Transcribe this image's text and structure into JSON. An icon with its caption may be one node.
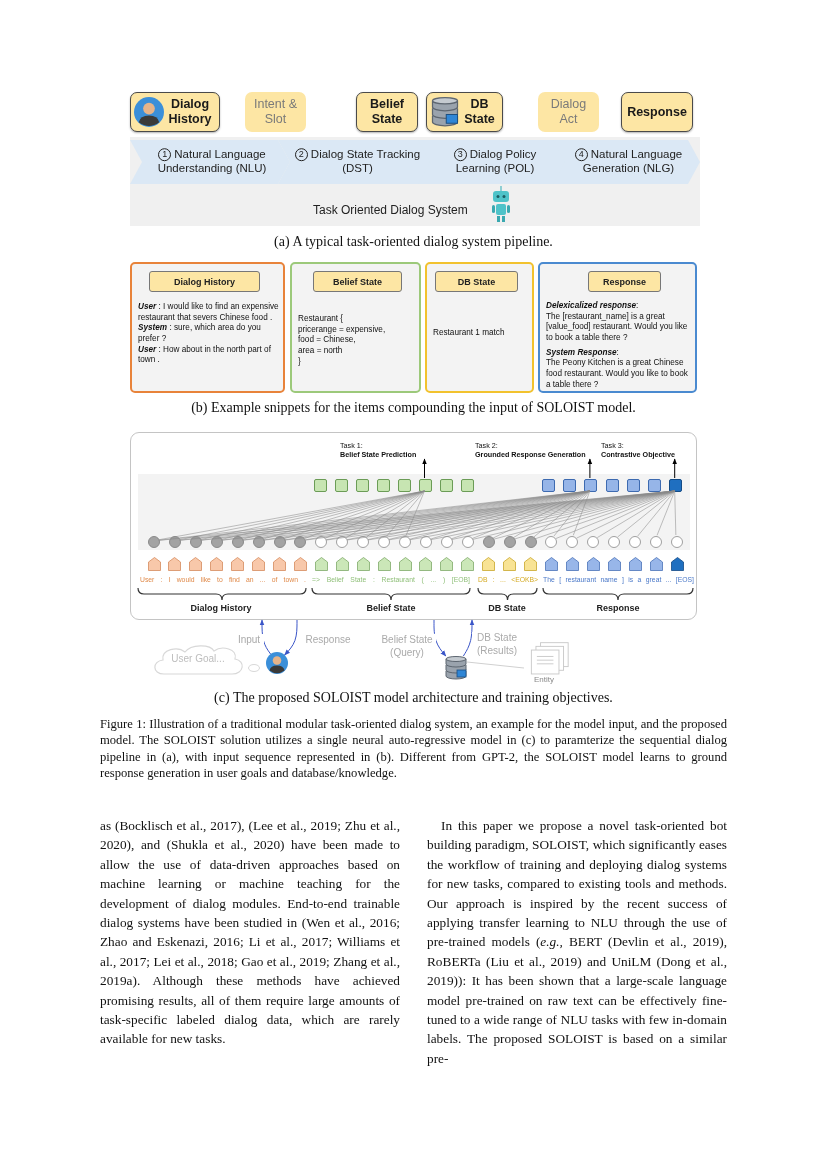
{
  "diagram": {
    "caption": "Figure 1: Illustration of a traditional modular task-oriented dialog system, an example for the model input, and the proposed model. The SOLOIST solution utilizes a single neural auto-regressive model in (c) to paramterize the sequential dialog pipeline in (a), with input sequence represented in (b). Different from GPT-2, the SOLOIST model learns to ground response generation in user goals and database/knowledge.",
    "nodes": [
      {
        "text": [
          "Dialog History"
        ]
      },
      {
        "text": [
          "Intent & Slot"
        ]
      },
      {
        "text": [
          "Belief State"
        ]
      },
      {
        "text": [
          "DB State"
        ]
      },
      {
        "text": [
          "Dialog Act"
        ]
      },
      {
        "text": [
          "Response"
        ]
      },
      {
        "text": [
          "Task Oriented Dialog System"
        ]
      },
      {
        "text": [
          "1",
          "Natural Language Understanding (NLU)"
        ],
        "in": 6
      },
      {
        "text": [
          "2",
          "Dialog State Tracking (DST)"
        ],
        "in": 6
      },
      {
        "text": [
          "3",
          "Dialog Policy Learning (POL)"
        ],
        "in": 6
      },
      {
        "text": [
          "4",
          "Natural Language Generation (NLG)"
        ],
        "in": 6
      },
      {
        "text": [
          "**User** : I would like to find an expensive restaurant that severs Chinese food .",
          "**System** : sure, which area do you prefer ?",
          "**User** : How about in the north part of town ."
        ]
      },
      {
        "text": [
          "Dialog History"
        ],
        "in": 11
      },
      {
        "text": [
          "Restaurant {",
          "pricerange = expensive,",
          "food = Chinese,",
          "area = north",
          "}"
        ]
      },
      {
        "text": [
          "Belief State"
        ],
        "in": 13
      },
      {
        "text": [
          "Restaurant 1 match"
        ]
      },
      {
        "text": [
          "DB State"
        ],
        "in": 15
      },
      {
        "text": [
          "**Delexicalized response**:",
          "The [restaurant_name] is a great [value_food] restaurant. Would you like to book a table there ?",
          "**System Response**:",
          "The Peony Kitchen is a great Chinese food restaurant. Would you like to book a table there ?"
        ]
      },
      {
        "text": [
          "Response"
        ],
        "in": 17
      },
      {
        "text": [],
        "shape": "box"
      },
      {
        "text": [
          "Task 1:",
          "Belief State Prediction"
        ],
        "in": 19
      },
      {
        "text": [
          "Task 2:",
          "Grounded Response Generation"
        ],
        "in": 19
      },
      {
        "text": [
          "Task 3:",
          "Contrastive Objective"
        ],
        "in": 19
      },
      {
        "text": [],
        "shape": "box",
        "in": 19
      },
      {
        "text": [],
        "shape": "box",
        "in": 19
      },
      {
        "text": [],
        "shape": "box",
        "in": 19
      },
      {
        "text": [],
        "shape": "box",
        "in": 19
      },
      {
        "text": [],
        "shape": "box",
        "in": 19
      },
      {
        "text": [],
        "shape": "box",
        "in": 19
      },
      {
        "text": [],
        "shape": "box",
        "in": 19
      },
      {
        "text": [],
        "shape": "box",
        "in": 19
      },
      {
        "text": [],
        "shape": "box",
        "in": 19
      },
      {
        "text": [],
        "shape": "box",
        "in": 19
      },
      {
        "text": [],
        "shape": "box",
        "in": 19
      },
      {
        "text": [],
        "shape": "box",
        "in": 19
      },
      {
        "text": [],
        "shape": "box",
        "in": 19
      },
      {
        "text": [],
        "shape": "box",
        "in": 19
      },
      {
        "text": [],
        "shape": "box",
        "in": 19
      },
      {
        "text": [],
        "shape": "circle",
        "in": 19
      },
      {
        "text": [],
        "shape": "circle",
        "in": 19
      },
      {
        "text": [],
        "shape": "circle",
        "in": 19
      },
      {
        "text": [],
        "shape": "circle",
        "in": 19
      },
      {
        "text": [],
        "shape": "circle",
        "in": 19
      },
      {
        "text": [],
        "shape": "circle",
        "in": 19
      },
      {
        "text": [],
        "shape": "circle",
        "in": 19
      },
      {
        "text": [],
        "shape": "circle",
        "in": 19
      },
      {
        "text": [],
        "shape": "circle",
        "in": 19
      },
      {
        "text": [],
        "shape": "circle",
        "in": 19
      },
      {
        "text": [],
        "shape": "circle",
        "in": 19
      },
      {
        "text": [],
        "shape": "circle",
        "in": 19
      },
      {
        "text": [],
        "shape": "circle",
        "in": 19
      },
      {
        "text": [],
        "shape": "circle",
        "in": 19
      },
      {
        "text": [],
        "shape": "circle",
        "in": 19
      },
      {
        "text": [],
        "shape": "circle",
        "in": 19
      },
      {
        "text": [],
        "shape": "circle",
        "in": 19
      },
      {
        "text": [],
        "shape": "circle",
        "in": 19
      },
      {
        "text": [],
        "shape": "circle",
        "in": 19
      },
      {
        "text": [],
        "shape": "circle",
        "in": 19
      },
      {
        "text": [],
        "shape": "circle",
        "in": 19
      },
      {
        "text": [],
        "shape": "circle",
        "in": 19
      },
      {
        "text": [],
        "shape": "circle",
        "in": 19
      },
      {
        "text": [],
        "shape": "circle",
        "in": 19
      },
      {
        "text": [],
        "shape": "circle",
        "in": 19
      },
      {
        "text": [],
        "shape": "circle",
        "in": 19
      },
      {
        "text": [],
        "shape": "pentagon",
        "in": 19
      },
      {
        "text": [],
        "shape": "pentagon",
        "in": 19
      },
      {
        "text": [],
        "shape": "pentagon",
        "in": 19
      },
      {
        "text": [],
        "shape": "pentagon",
        "in": 19
      },
      {
        "text": [],
        "shape": "pentagon",
        "in": 19
      },
      {
        "text": [],
        "shape": "pentagon",
        "in": 19
      },
      {
        "text": [],
        "shape": "pentagon",
        "in": 19
      },
      {
        "text": [],
        "shape": "pentagon",
        "in": 19
      },
      {
        "text": [],
        "shape": "pentagon",
        "in": 19
      },
      {
        "text": [],
        "shape": "pentagon",
        "in": 19
      },
      {
        "text": [],
        "shape": "pentagon",
        "in": 19
      },
      {
        "text": [],
        "shape": "pentagon",
        "in": 19
      },
      {
        "text": [],
        "shape": "pentagon",
        "in": 19
      },
      {
        "text": [],
        "shape": "pentagon",
        "in": 19
      },
      {
        "text": [],
        "shape": "pentagon",
        "in": 19
      },
      {
        "text": [],
        "shape": "pentagon",
        "in": 19
      },
      {
        "text": [],
        "shape": "pentagon",
        "in": 19
      },
      {
        "text": [],
        "shape": "pentagon",
        "in": 19
      },
      {
        "text": [],
        "shape": "pentagon",
        "in": 19
      },
      {
        "text": [],
        "shape": "pentagon",
        "in": 19
      },
      {
        "text": [],
        "shape": "pentagon",
        "in": 19
      },
      {
        "text": [],
        "shape": "pentagon",
        "in": 19
      },
      {
        "text": [],
        "shape": "pentagon",
        "in": 19
      },
      {
        "text": [],
        "shape": "pentagon",
        "in": 19
      },
      {
        "text": [],
        "shape": "pentagon",
        "in": 19
      },
      {
        "text": [],
        "shape": "pentagon",
        "in": 19
      },
      {
        "text": [
          "User Goal..."
        ]
      },
      {
        "text": [],
        "shape": "person"
      },
      {
        "text": [],
        "shape": "cylinder"
      },
      {
        "text": [
          "Entity"
        ]
      }
    ],
    "edges": [
      {
        "from": 28,
        "to": 20,
        "arrow": "to",
        "color": "#000000"
      },
      {
        "from": 33,
        "to": 21,
        "arrow": "to",
        "color": "#000000"
      },
      {
        "from": 37,
        "to": 22,
        "arrow": "to",
        "color": "#000000"
      },
      {
        "from": 38,
        "to": 28,
        "arrow": "none"
      },
      {
        "from": 39,
        "to": 28,
        "arrow": "none"
      },
      {
        "from": 40,
        "to": 28,
        "arrow": "none"
      },
      {
        "from": 41,
        "to": 28,
        "arrow": "none"
      },
      {
        "from": 42,
        "to": 28,
        "arrow": "none"
      },
      {
        "from": 43,
        "to": 28,
        "arrow": "none"
      },
      {
        "from": 44,
        "to": 28,
        "arrow": "none"
      },
      {
        "from": 45,
        "to": 28,
        "arrow": "none"
      },
      {
        "from": 46,
        "to": 28,
        "arrow": "none"
      },
      {
        "from": 47,
        "to": 28,
        "arrow": "none"
      },
      {
        "from": 48,
        "to": 28,
        "arrow": "none"
      },
      {
        "from": 49,
        "to": 28,
        "arrow": "none"
      },
      {
        "from": 50,
        "to": 28,
        "arrow": "none"
      },
      {
        "from": 38,
        "to": 33,
        "arrow": "none"
      },
      {
        "from": 39,
        "to": 33,
        "arrow": "none"
      },
      {
        "from": 40,
        "to": 33,
        "arrow": "none"
      },
      {
        "from": 41,
        "to": 33,
        "arrow": "none"
      },
      {
        "from": 42,
        "to": 33,
        "arrow": "none"
      },
      {
        "from": 43,
        "to": 33,
        "arrow": "none"
      },
      {
        "from": 44,
        "to": 33,
        "arrow": "none"
      },
      {
        "from": 45,
        "to": 33,
        "arrow": "none"
      },
      {
        "from": 46,
        "to": 33,
        "arrow": "none"
      },
      {
        "from": 47,
        "to": 33,
        "arrow": "none"
      },
      {
        "from": 48,
        "to": 33,
        "arrow": "none"
      },
      {
        "from": 49,
        "to": 33,
        "arrow": "none"
      },
      {
        "from": 50,
        "to": 33,
        "arrow": "none"
      },
      {
        "from": 51,
        "to": 33,
        "arrow": "none"
      },
      {
        "from": 52,
        "to": 33,
        "arrow": "none"
      },
      {
        "from": 53,
        "to": 33,
        "arrow": "none"
      },
      {
        "from": 54,
        "to": 33,
        "arrow": "none"
      },
      {
        "from": 55,
        "to": 33,
        "arrow": "none"
      },
      {
        "from": 56,
        "to": 33,
        "arrow": "none"
      },
      {
        "from": 57,
        "to": 33,
        "arrow": "none"
      },
      {
        "from": 58,
        "to": 33,
        "arrow": "none"
      },
      {
        "from": 38,
        "to": 37,
        "arrow": "none"
      },
      {
        "from": 39,
        "to": 37,
        "arrow": "none"
      },
      {
        "from": 40,
        "to": 37,
        "arrow": "none"
      },
      {
        "from": 41,
        "to": 37,
        "arrow": "none"
      },
      {
        "from": 42,
        "to": 37,
        "arrow": "none"
      },
      {
        "from": 43,
        "to": 37,
        "arrow": "none"
      },
      {
        "from": 44,
        "to": 37,
        "arrow": "none"
      },
      {
        "from": 45,
        "to": 37,
        "arrow": "none"
      },
      {
        "from": 46,
        "to": 37,
        "arrow": "none"
      },
      {
        "from": 47,
        "to": 37,
        "arrow": "none"
      },
      {
        "from": 48,
        "to": 37,
        "arrow": "none"
      },
      {
        "from": 49,
        "to": 37,
        "arrow": "none"
      },
      {
        "from": 50,
        "to": 37,
        "arrow": "none"
      },
      {
        "from": 51,
        "to": 37,
        "arrow": "none"
      },
      {
        "from": 52,
        "to": 37,
        "arrow": "none"
      },
      {
        "from": 53,
        "to": 37,
        "arrow": "none"
      },
      {
        "from": 54,
        "to": 37,
        "arrow": "none"
      },
      {
        "from": 55,
        "to": 37,
        "arrow": "none"
      },
      {
        "from": 56,
        "to": 37,
        "arrow": "none"
      },
      {
        "from": 57,
        "to": 37,
        "arrow": "none"
      },
      {
        "from": 58,
        "to": 37,
        "arrow": "none"
      },
      {
        "from": 59,
        "to": 37,
        "arrow": "none"
      },
      {
        "from": 60,
        "to": 37,
        "arrow": "none"
      },
      {
        "from": 61,
        "to": 37,
        "arrow": "none"
      },
      {
        "from": 62,
        "to": 37,
        "arrow": "none"
      },
      {
        "from": 63,
        "to": 37,
        "arrow": "none"
      },
      {
        "from": 91,
        "to": 19,
        "arrow": "to",
        "label": "Input",
        "color": "#3a55c8"
      },
      {
        "from": 19,
        "to": 91,
        "arrow": "to",
        "label": "Response",
        "color": "#3a55c8"
      },
      {
        "from": 19,
        "to": 92,
        "arrow": "to",
        "label": "Belief State (Query)",
        "color": "#3a55c8"
      },
      {
        "from": 92,
        "to": 19,
        "arrow": "to",
        "label": "DB State (Results)",
        "color": "#3a55c8"
      },
      {
        "from": 92,
        "to": 93,
        "arrow": "none",
        "color": "#d0d0d0"
      }
    ],
    "labels": [
      "(a) A typical task-oriented dialog system pipeline.",
      "(b) Example snippets for the items compounding the input of SOLOIST model.",
      "User : I would like to find an ... of town .",
      "=> Belief State : Restaurant ( ... ) [EOB]",
      "DB : ... <EOKB>",
      "The [ restaurant name ] is a great ... [EOS]",
      "Dialog History",
      "Belief State",
      "DB State",
      "Response",
      "(c) The proposed SOLOIST model architecture and training objectives.",
      "as (Bocklisch et al., 2017), (Lee et al., 2019; Zhu et al., 2020), and (Shukla et al., 2020) have been made to allow the use of data-driven approaches based on machine learning or machine teaching for the development of dialog modules. End-to-end trainable dialog systems have been studied in (Wen et al., 2016; Zhao and Eskenazi, 2016; Li et al., 2017; Williams et al., 2017; Lei et al., 2018; Gao et al., 2019; Zhang et al., 2019a). Although these methods have achieved promising results, all of them require large amounts of task-specific labeled dialog data, which are rarely available for new tasks.",
      "In this paper we propose a novel task-oriented bot building paradigm, SOLOIST, which significantly eases the workflow of training and deploying dialog systems for new tasks, compared to existing tools and methods. Our approach is inspired by the recent success of applying transfer learning to NLU through the use of pre-trained models (*e.g.,* BERT (Devlin et al., 2019), RoBERTa (Liu et al., 2019) and UniLM (Dong et al., 2019)): It has been shown that a large-scale language model pre-trained on raw text can be effectively fine-tuned to a wide range of NLU tasks with few in-domain labels. The proposed SOLOIST is based on a similar pre-"
    ]
  }
}
